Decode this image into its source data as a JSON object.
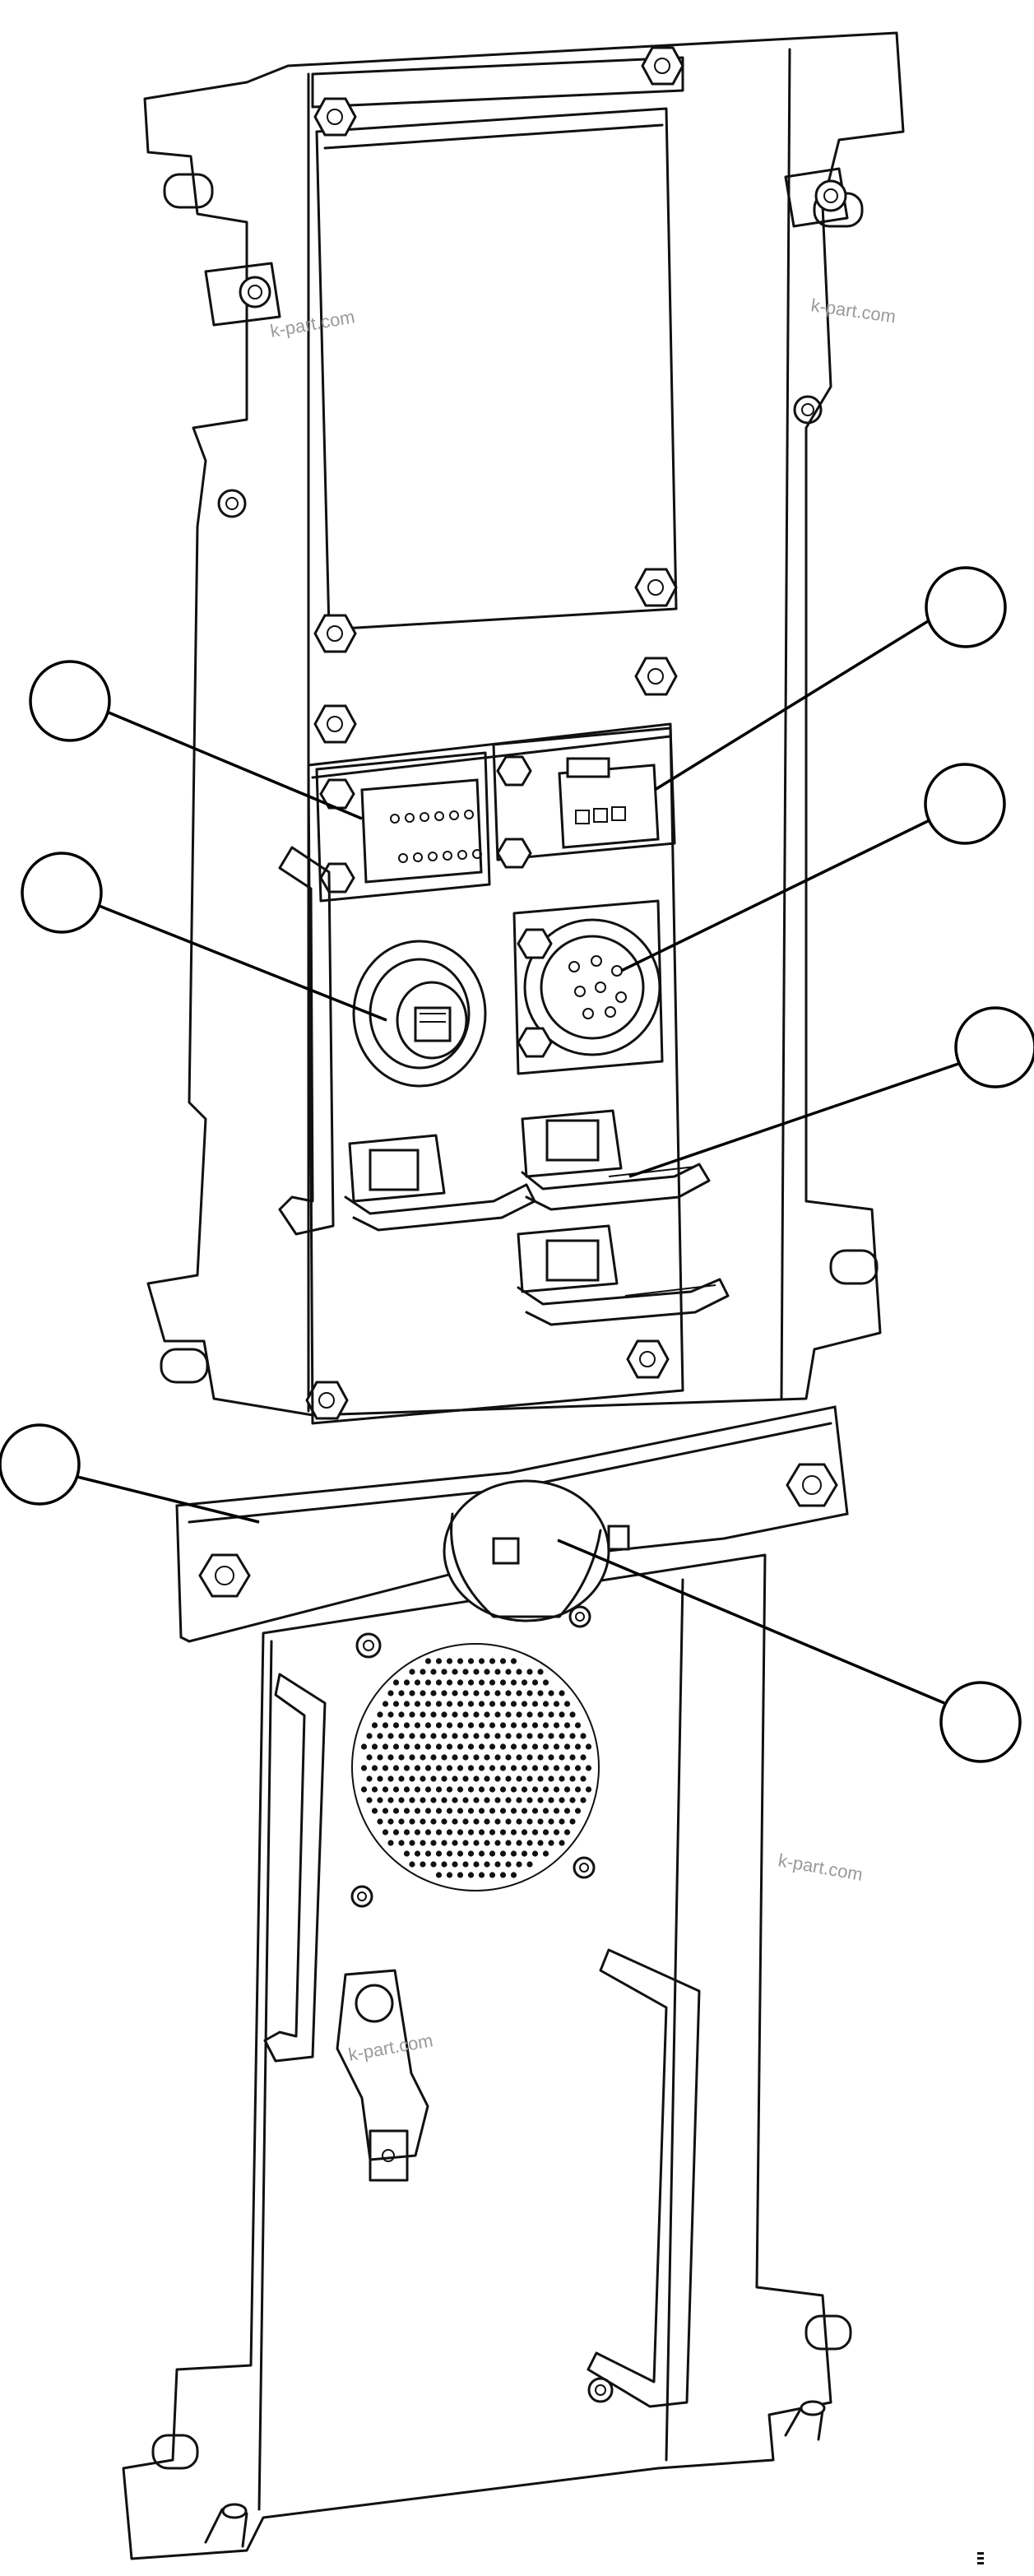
{
  "colors": {
    "line": "#111111",
    "background": "#ffffff",
    "watermark": "#9a9a9a"
  },
  "watermarks": [
    "k-part.com",
    "k-part.com",
    "k-part.com",
    "k-part.com"
  ],
  "callouts": [
    {
      "id": "connector-12-pin",
      "label": ""
    },
    {
      "id": "connector-3-pin",
      "label": ""
    },
    {
      "id": "rj45-network-jack",
      "label": ""
    },
    {
      "id": "round-8-pin-connector",
      "label": ""
    },
    {
      "id": "d-sub-connector",
      "label": ""
    },
    {
      "id": "mounting-bracket",
      "label": ""
    },
    {
      "id": "buzzer",
      "label": ""
    }
  ]
}
